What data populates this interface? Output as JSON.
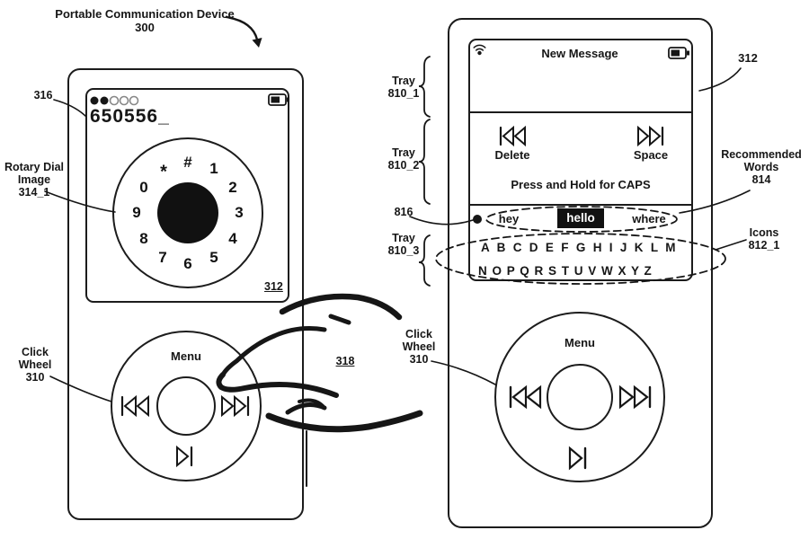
{
  "colors": {
    "ink": "#161616",
    "paper": "#ffffff",
    "highlight_bg": "#111111",
    "highlight_text": "#ffffff"
  },
  "annotation": {
    "device_title": "Portable Communication Device",
    "device_ref": "300"
  },
  "left_device": {
    "status": {
      "signal_filled": 2,
      "signal_total": 5
    },
    "number_entry": "650556_",
    "screen_ref": "312",
    "dial": {
      "keys": [
        "#",
        "1",
        "2",
        "3",
        "4",
        "5",
        "6",
        "7",
        "8",
        "9",
        "0",
        "*"
      ]
    },
    "wheel": {
      "menu": "Menu"
    },
    "callouts": {
      "screen": "316",
      "dial_line1": "Rotary Dial",
      "dial_line2": "Image",
      "dial_line3": "314_1",
      "wheel_line1": "Click",
      "wheel_line2": "Wheel",
      "wheel_line3": "310",
      "hand": "318"
    }
  },
  "right_device": {
    "status": {
      "title": "New Message"
    },
    "tray2": {
      "delete": "Delete",
      "space": "Space",
      "caps_hint": "Press and Hold for CAPS"
    },
    "tray3": {
      "word_left": "hey",
      "word_selected": "hello",
      "word_right": "where",
      "letters_row1": "A B C D E F G H I J K L M",
      "letters_row2": "N O P Q R S T U V W X Y Z"
    },
    "wheel": {
      "menu": "Menu"
    },
    "callouts": {
      "tray1_name": "Tray",
      "tray1_ref": "810_1",
      "tray2_name": "Tray",
      "tray2_ref": "810_2",
      "tray3_name": "Tray",
      "tray3_ref": "810_3",
      "bullet_ref": "816",
      "screen_ref": "312",
      "rec_line1": "Recommended",
      "rec_line2": "Words",
      "rec_line3": "814",
      "icons_line1": "Icons",
      "icons_line2": "812_1",
      "wheel_line1": "Click",
      "wheel_line2": "Wheel",
      "wheel_line3": "310"
    }
  }
}
